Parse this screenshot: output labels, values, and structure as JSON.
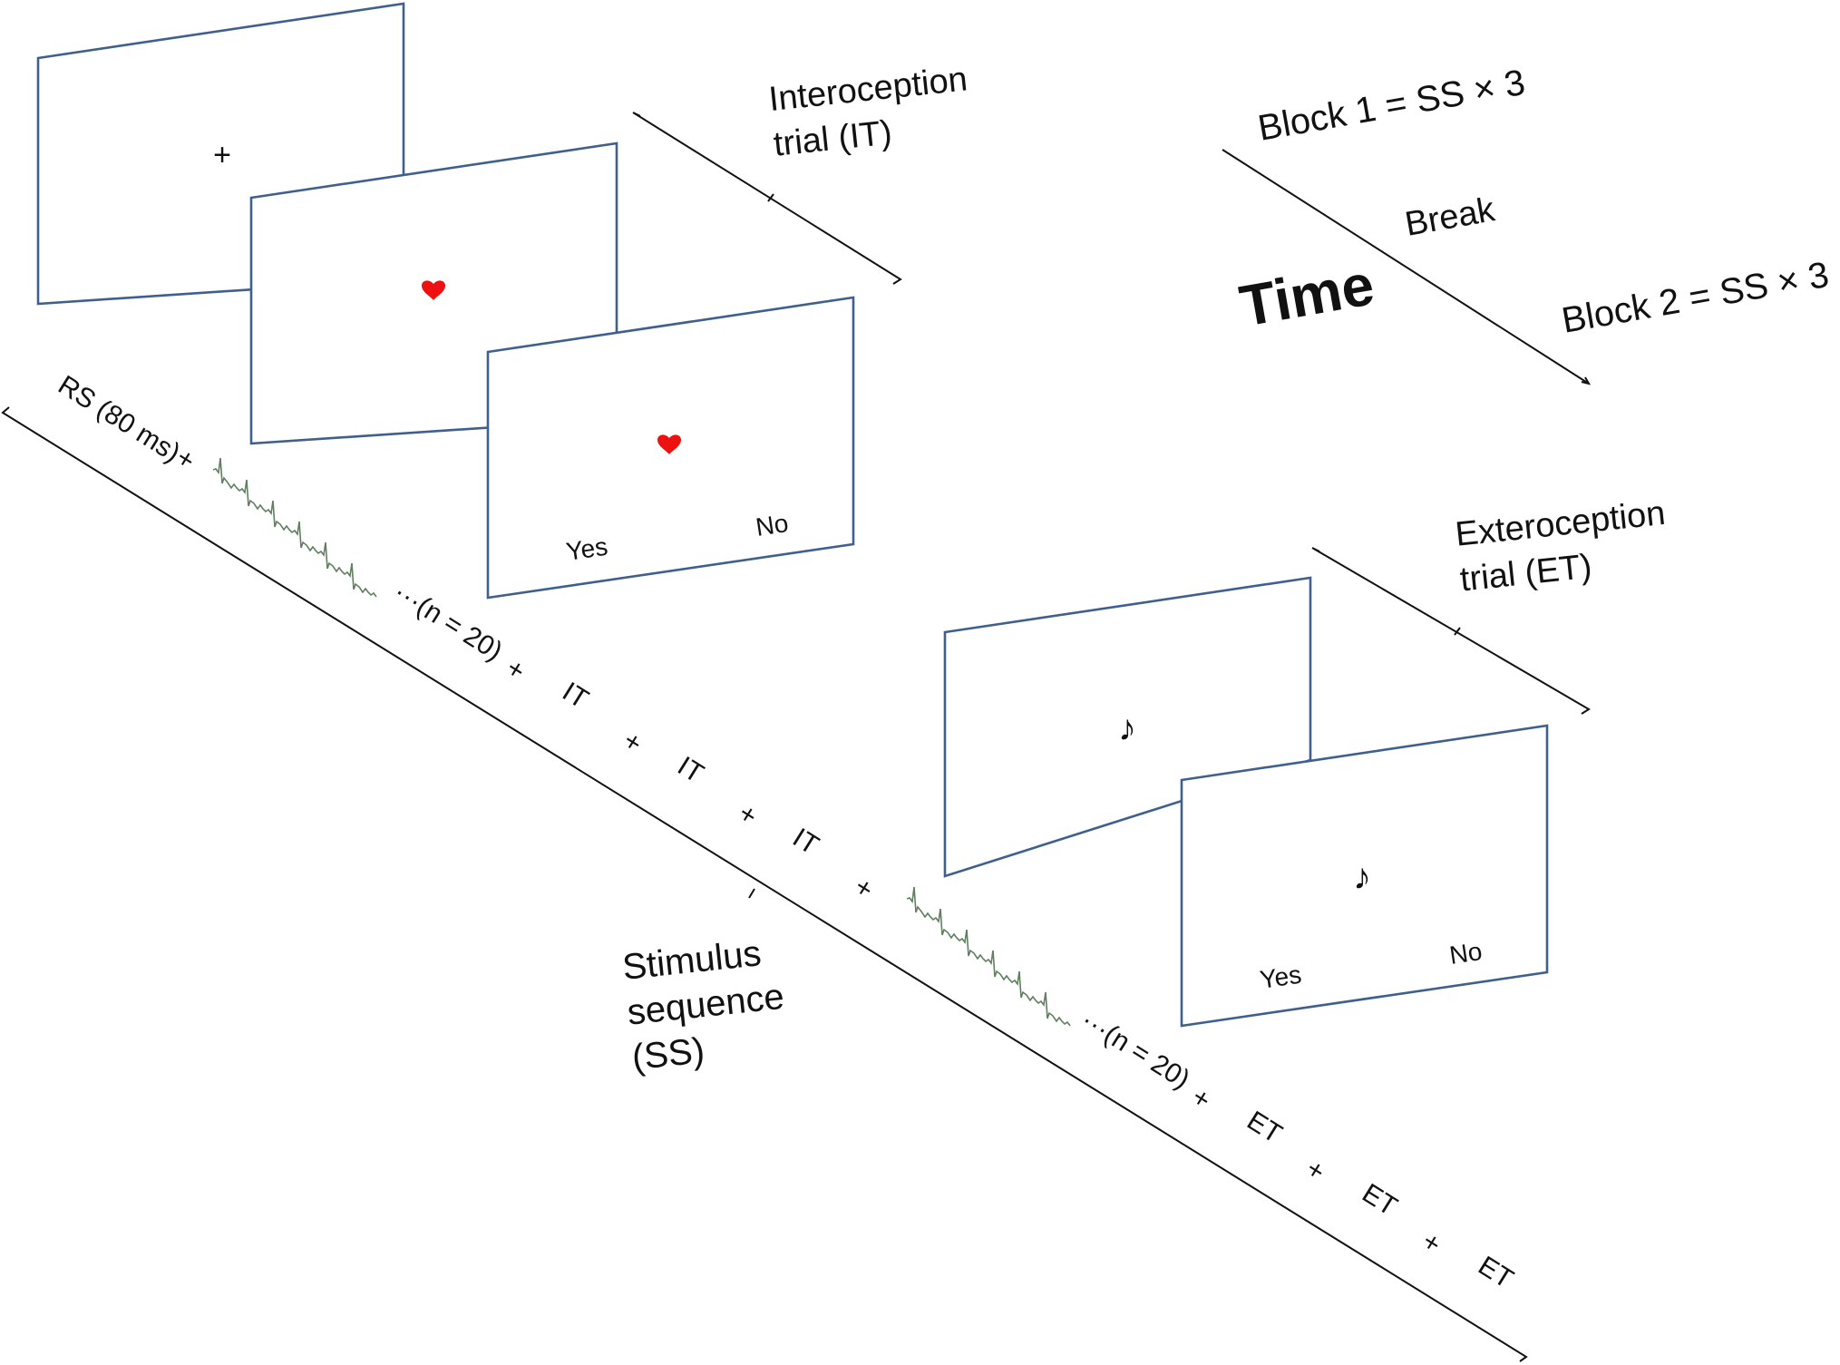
{
  "labels": {
    "interoception_line1": "Interoception",
    "interoception_line2": "trial (IT)",
    "exteroception_line1": "Exteroception",
    "exteroception_line2": "trial (ET)",
    "block1": "Block 1 = SS × 3",
    "break": "Break",
    "time": "Time",
    "block2": "Block 2 = SS × 3",
    "ss_line1": "Stimulus",
    "ss_line2": "sequence",
    "ss_line3": "(SS)"
  },
  "screens": {
    "fixation_symbol": "+",
    "music_symbol": "♪",
    "yes": "Yes",
    "no": "No"
  },
  "sequence": {
    "rs": "RS (80 ms)",
    "plus": "+",
    "n_label": "···(n = 20)",
    "it": "IT",
    "et": "ET"
  },
  "colors": {
    "screen_border": "#3f5f8f",
    "heart": "#ee1111",
    "ecg": "#5f7f5f"
  }
}
